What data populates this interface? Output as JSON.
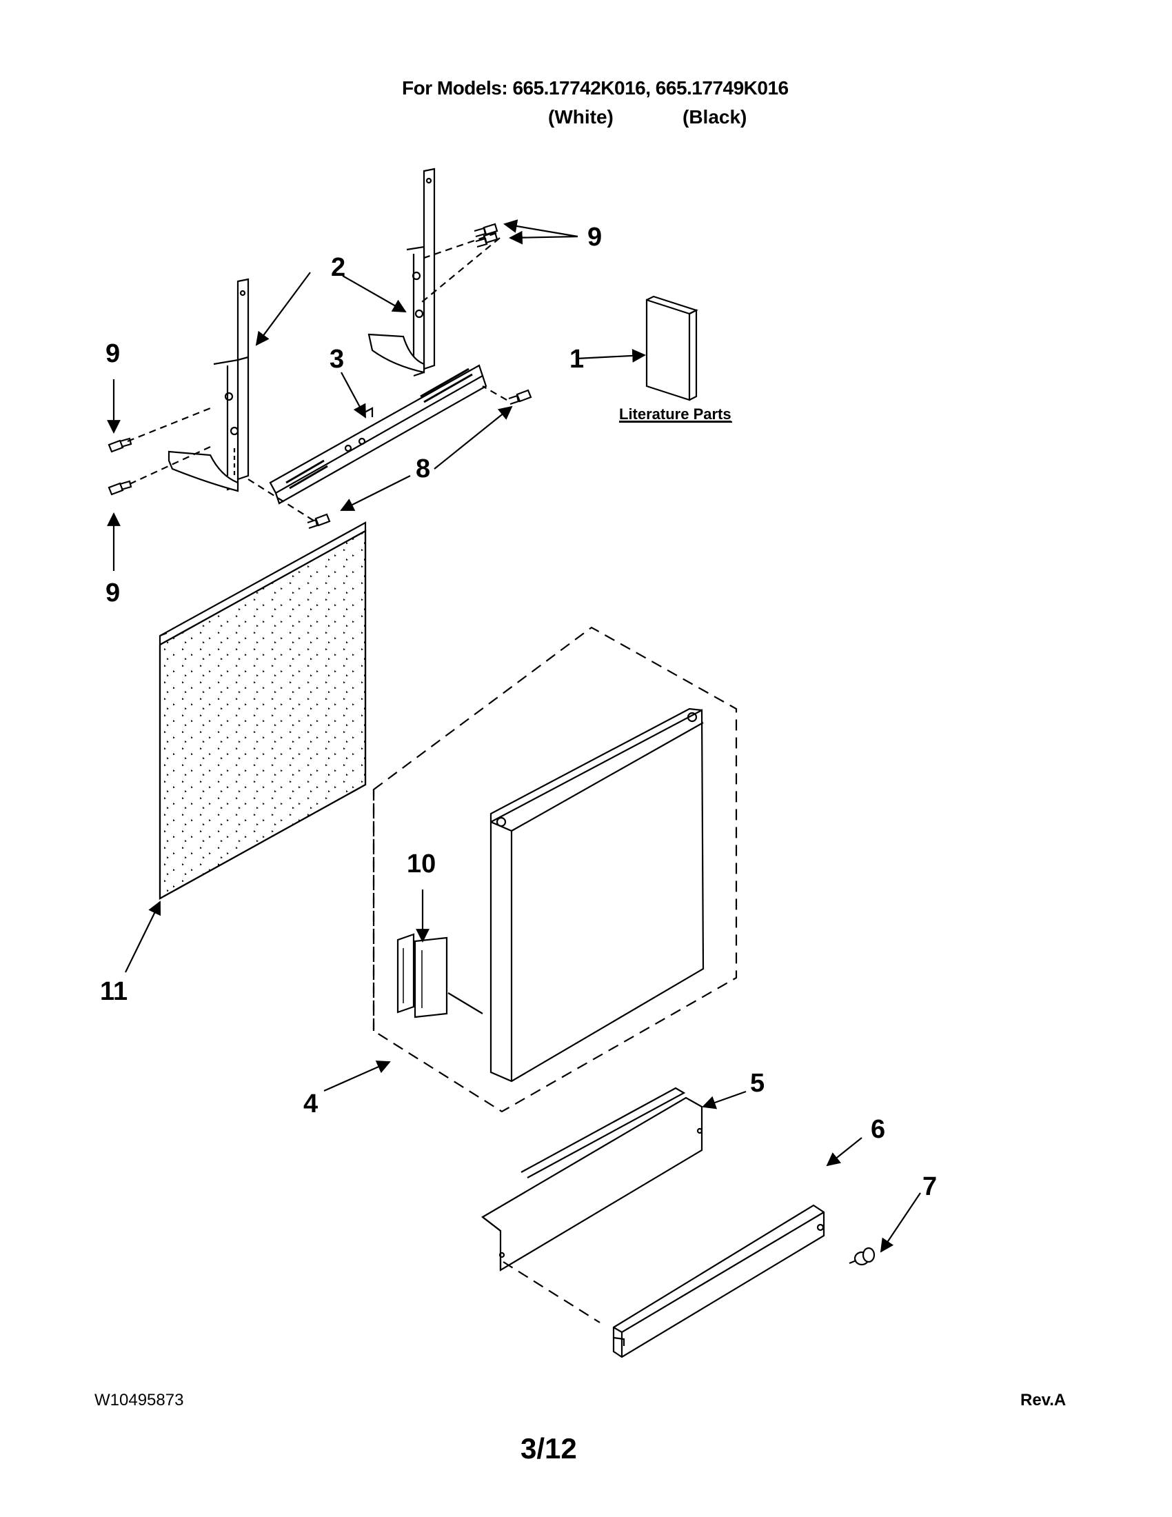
{
  "header": {
    "title": "For Models: 665.17742K016, 665.17749K016",
    "variants": [
      "(White)",
      "(Black)"
    ]
  },
  "callouts": {
    "1": "1",
    "2": "2",
    "3": "3",
    "4": "4",
    "5": "5",
    "6": "6",
    "7": "7",
    "8": "8",
    "9": "9",
    "10": "10",
    "11": "11"
  },
  "literature_label": "Literature Parts",
  "footer": {
    "doc_number": "W10495873",
    "page": "3/12",
    "revision": "Rev.A"
  }
}
